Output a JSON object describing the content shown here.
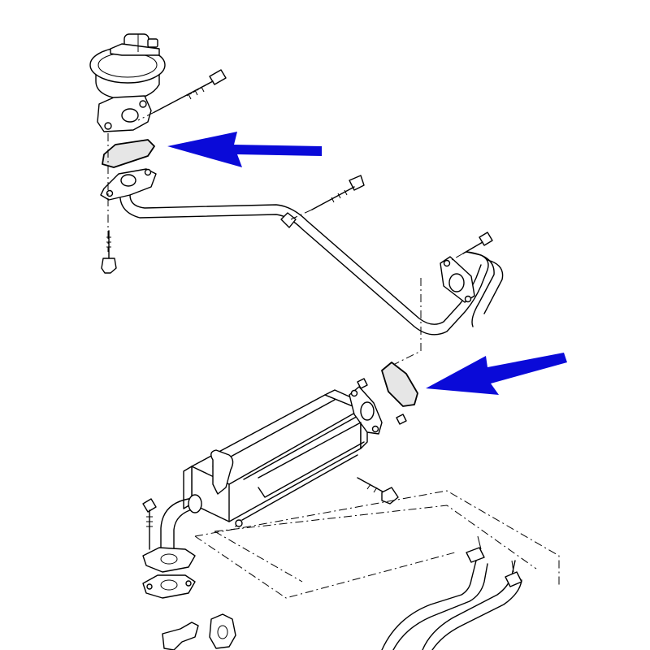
{
  "colors": {
    "background": "#ffffff",
    "line": "#000000",
    "gasket_fill": "#e6e6e6",
    "arrow": "#0a0ad8"
  },
  "icons": [
    "egr-valve",
    "gasket",
    "bolt",
    "egr-pipe",
    "egr-cooler",
    "arrow"
  ]
}
